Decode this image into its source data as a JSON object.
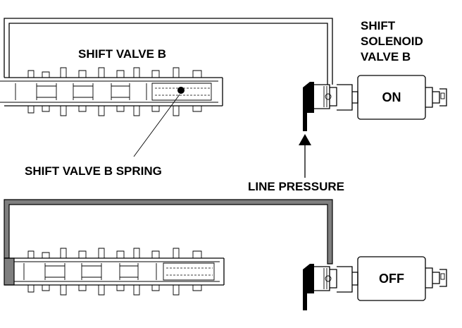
{
  "labels": {
    "solenoid_title": [
      "SHIFT",
      "SOLENOID",
      "VALVE B"
    ],
    "shift_valve": "SHIFT VALVE B",
    "spring": "SHIFT VALVE B SPRING",
    "line_pressure": "LINE PRESSURE"
  },
  "solenoids": [
    {
      "state": "ON"
    },
    {
      "state": "OFF"
    }
  ],
  "colors": {
    "line": "#000000",
    "pressurized_fill": "#7f7f7f",
    "background": "#ffffff"
  }
}
